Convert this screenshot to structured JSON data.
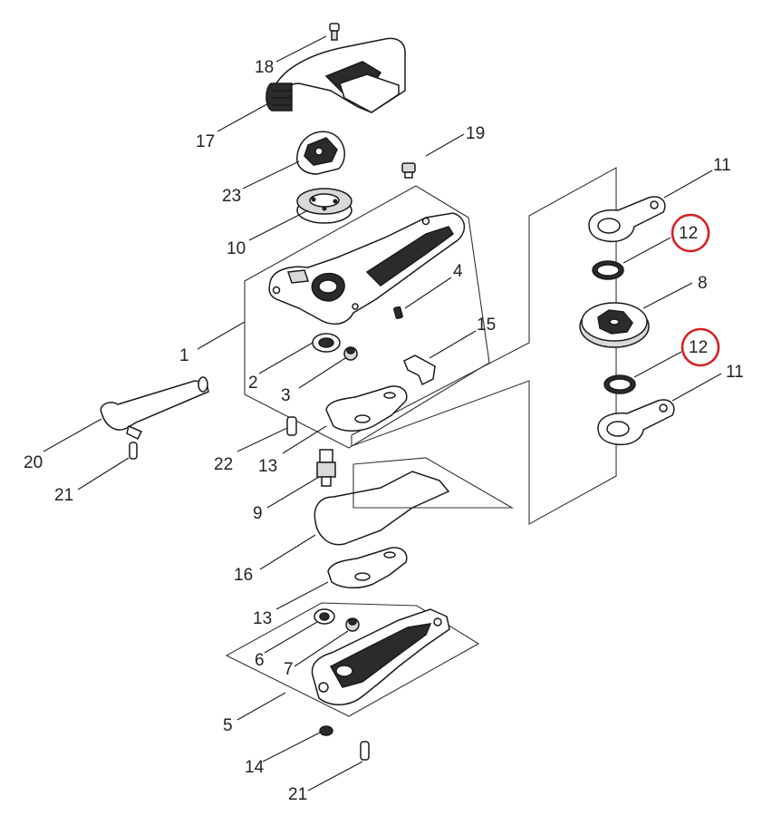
{
  "callouts": [
    {
      "id": "1",
      "text": "1"
    },
    {
      "id": "2",
      "text": "2"
    },
    {
      "id": "3",
      "text": "3"
    },
    {
      "id": "4",
      "text": "4"
    },
    {
      "id": "5",
      "text": "5"
    },
    {
      "id": "6",
      "text": "6"
    },
    {
      "id": "7",
      "text": "7"
    },
    {
      "id": "8",
      "text": "8"
    },
    {
      "id": "9",
      "text": "9"
    },
    {
      "id": "10",
      "text": "10"
    },
    {
      "id": "11a",
      "text": "11"
    },
    {
      "id": "11b",
      "text": "11"
    },
    {
      "id": "12a",
      "text": "12"
    },
    {
      "id": "12b",
      "text": "12"
    },
    {
      "id": "13a",
      "text": "13"
    },
    {
      "id": "13b",
      "text": "13"
    },
    {
      "id": "14",
      "text": "14"
    },
    {
      "id": "15",
      "text": "15"
    },
    {
      "id": "16",
      "text": "16"
    },
    {
      "id": "17",
      "text": "17"
    },
    {
      "id": "18",
      "text": "18"
    },
    {
      "id": "19",
      "text": "19"
    },
    {
      "id": "20",
      "text": "20"
    },
    {
      "id": "21a",
      "text": "21"
    },
    {
      "id": "21b",
      "text": "21"
    },
    {
      "id": "22",
      "text": "22"
    },
    {
      "id": "23",
      "text": "23"
    }
  ],
  "highlighted_callouts": [
    "12a",
    "12b"
  ],
  "colors": {
    "highlight": "#d62020",
    "line": "#1a1a1a"
  }
}
